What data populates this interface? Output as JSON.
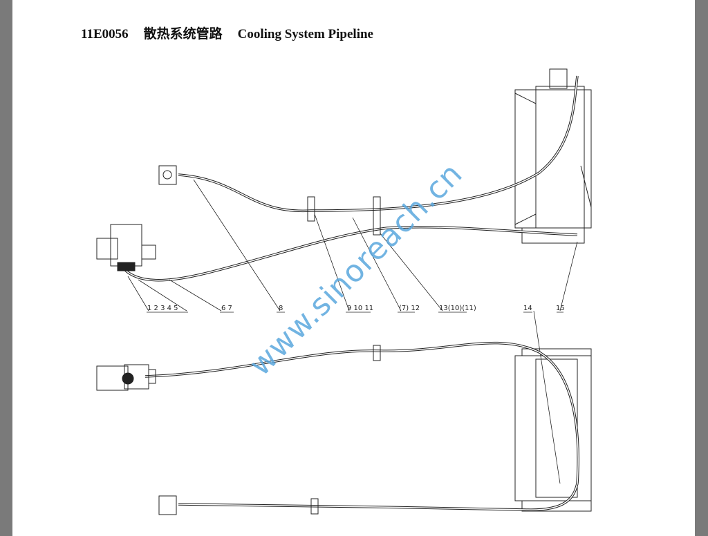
{
  "title": {
    "code": "11E0056",
    "chinese": "散热系统管路",
    "english": "Cooling System Pipeline"
  },
  "callouts": [
    {
      "label": "1 2 3 4 5"
    },
    {
      "label": "6 7"
    },
    {
      "label": "8"
    },
    {
      "label": "9 10 11"
    },
    {
      "label": "(7) 12"
    },
    {
      "label": "13(10)(11)"
    },
    {
      "label": "14"
    },
    {
      "label": "15"
    }
  ],
  "watermark": "www.sinoreach.cn",
  "colors": {
    "background": "#7a7a7a",
    "page": "#ffffff",
    "line": "#222222",
    "watermark": "#5aa7de"
  }
}
